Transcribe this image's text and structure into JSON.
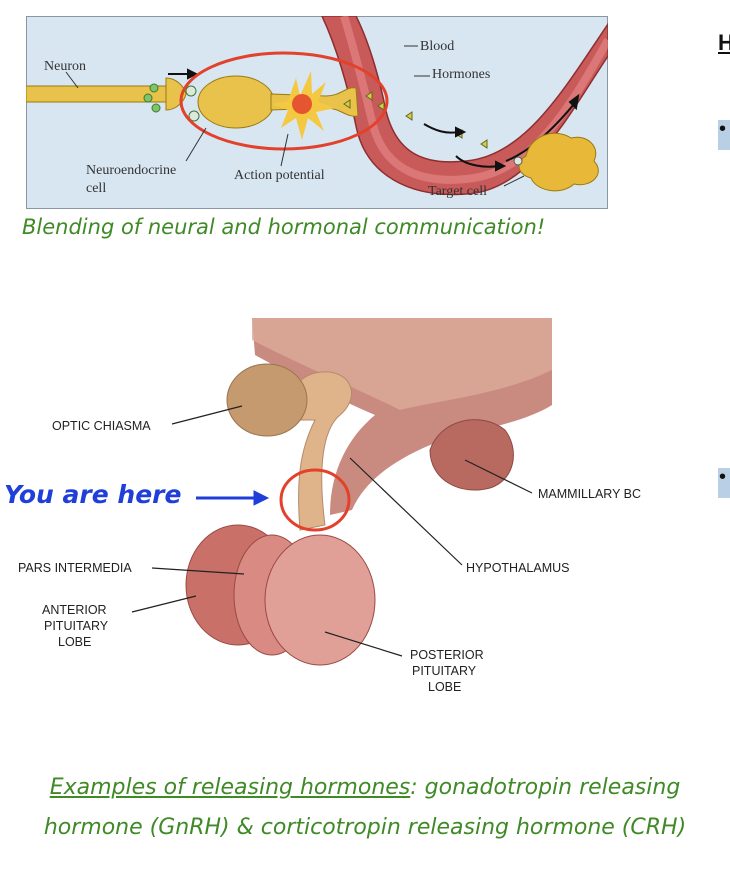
{
  "top_diagram": {
    "labels": {
      "neuron": "Neuron",
      "blood": "Blood",
      "hormones": "Hormones",
      "neuroendocrine_line1": "Neuroendocrine",
      "neuroendocrine_line2": "cell",
      "action_potential": "Action potential",
      "target_cell": "Target cell"
    },
    "caption": "Blending of neural and hormonal communication!"
  },
  "pituitary_diagram": {
    "labels": {
      "optic_chiasma": "OPTIC CHIASMA",
      "mammillary": "MAMMILLARY BC",
      "hypothalamus": "HYPOTHALAMUS",
      "pars_intermedia": "PARS INTERMEDIA",
      "anterior_1": "ANTERIOR",
      "anterior_2": "PITUITARY",
      "anterior_3": "LOBE",
      "posterior_1": "POSTERIOR",
      "posterior_2": "PITUITARY",
      "posterior_3": "LOBE"
    },
    "you_are_here": "You are here"
  },
  "bottom_caption": {
    "underlined": "Examples of releasing hormones",
    "rest_line1": ": gonadotropin releasing",
    "line2": "hormone (GnRH) & corticotropin releasing hormone (CRH)"
  },
  "right_panel": {
    "heading_fragment": "H",
    "bullet_symbol": "•"
  },
  "colors": {
    "caption_green": "#3f8a26",
    "circle_red": "#e2412b",
    "arrow_blue": "#1f3fd8",
    "bullet_block": "#b8cfe6"
  }
}
